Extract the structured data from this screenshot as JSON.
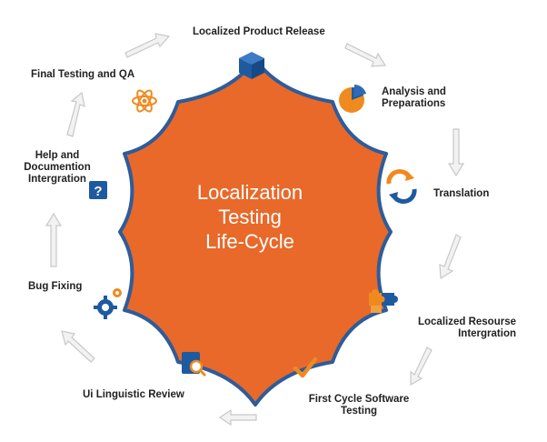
{
  "center": {
    "title": "Localization\nTesting\nLife-Cycle"
  },
  "steps": [
    {
      "label": "Localized Product Release",
      "icon": "cube-icon"
    },
    {
      "label": "Analysis and\nPreparations",
      "icon": "pie-chart-icon"
    },
    {
      "label": "Translation",
      "icon": "refresh-arrows-icon"
    },
    {
      "label": "Localized Resourse\nIntergration",
      "icon": "puzzle-icon"
    },
    {
      "label": "First Cycle Software\nTesting",
      "icon": "checkmark-icon"
    },
    {
      "label": "Ui Linguistic Review",
      "icon": "magnifier-document-icon"
    },
    {
      "label": "Bug Fixing",
      "icon": "gears-icon"
    },
    {
      "label": "Help and\nDocumention\nIntergration",
      "icon": "question-mark-icon"
    },
    {
      "label": "Final Testing and QA",
      "icon": "atom-icon"
    }
  ],
  "colors": {
    "center_fill": "#E8692A",
    "center_stroke": "#2E5C9A",
    "icon_blue": "#1E5AA0",
    "icon_orange": "#F08A1E",
    "arrow": "#E6E6E6",
    "arrow_stroke": "#C8C8C8"
  }
}
